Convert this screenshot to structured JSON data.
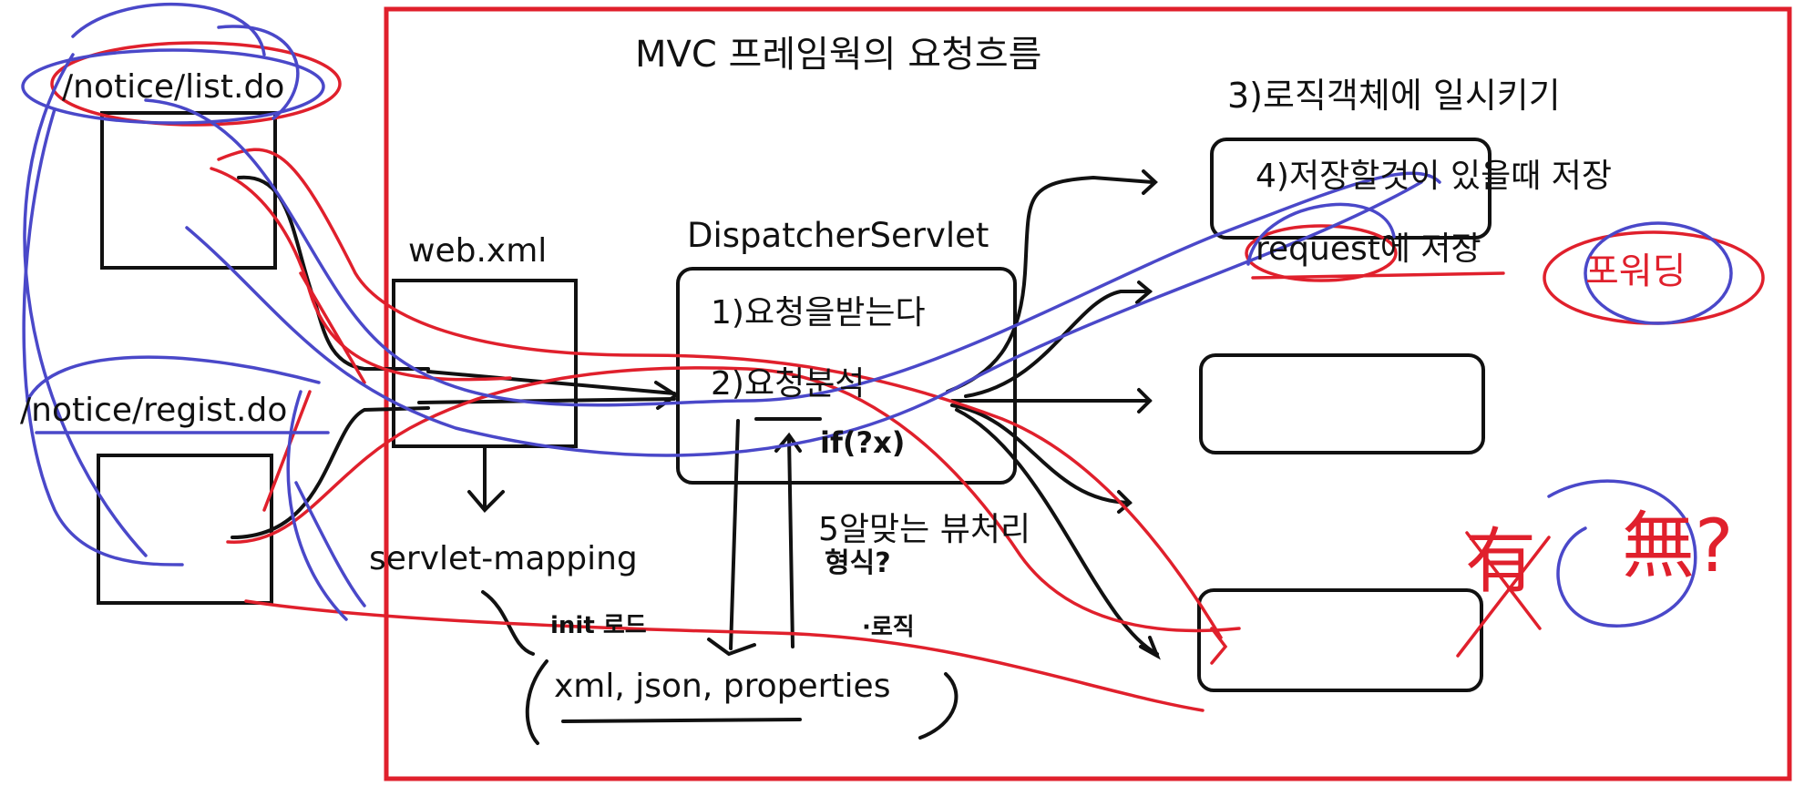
{
  "title": "MVC 프레임웍의 요청흐름",
  "client": {
    "url_list": "/notice/list.do",
    "url_regist": "/notice/regist.do"
  },
  "webxml": {
    "label": "web.xml",
    "mapping": "servlet-mapping",
    "note": "init 로드"
  },
  "dispatcher": {
    "label": "DispatcherServlet",
    "step1": "1)요청을받는다",
    "step2": "2)요청분석",
    "code": "if(?x)"
  },
  "config": {
    "formats": "xml, json, properties",
    "note": "·로직"
  },
  "logic": {
    "step3": "3)로직객체에 일시키기",
    "step4": "4)저장할것이 있을때 저장",
    "request_save": "request에 저장",
    "forward": "포워딩"
  },
  "view": {
    "step5": "5알맞는 뷰처리",
    "method": "형식?",
    "exists": "有",
    "question": "無?"
  },
  "colors": {
    "ink": "#111111",
    "red": "#e0202c",
    "blue": "#4a48c9"
  }
}
